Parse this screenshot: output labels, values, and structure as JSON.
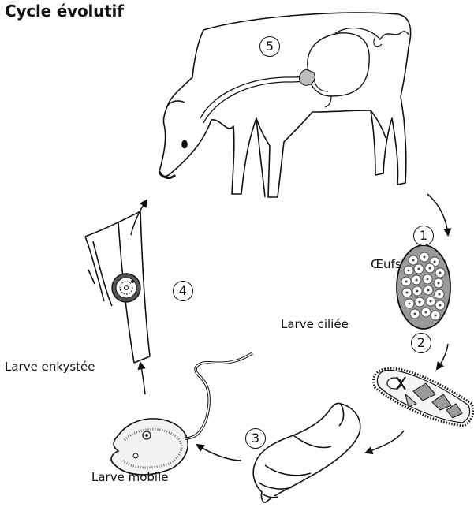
{
  "title": "Cycle évolutif",
  "stages": [
    {
      "number": "1",
      "label": "Œufs"
    },
    {
      "number": "2",
      "label": "Larve ciliée"
    },
    {
      "number": "3",
      "label": "Larve mobile"
    },
    {
      "number": "4",
      "label": "Larve enkystée"
    },
    {
      "number": "5",
      "label": ""
    }
  ]
}
